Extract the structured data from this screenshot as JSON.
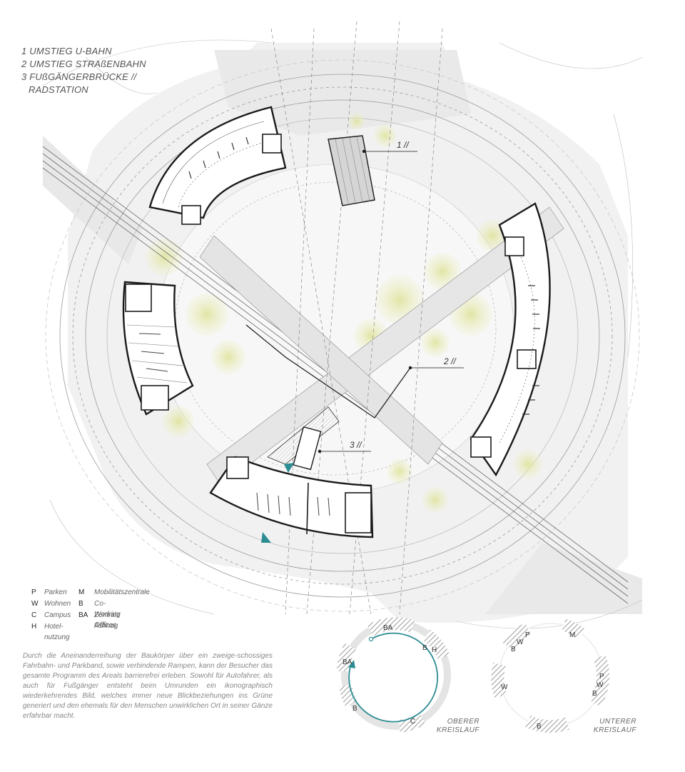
{
  "title_list": [
    "1  UMSTIEG U-BAHN",
    "2 UMSTIEG STRAßENBAHN",
    "3 FUßGÄNGERBRÜCKE //",
    "  RADSTATION"
  ],
  "callouts": {
    "c1": "1 //",
    "c2": "2 //",
    "c3": "3 //"
  },
  "key": {
    "p_letter": "P",
    "p_text": "Parken",
    "m_letter": "M",
    "m_text": "Mobilitätszentrale",
    "w_letter": "W",
    "w_text": "Wohnen",
    "b_letter": "B",
    "b_text": "Co-Working Offices",
    "c_letter": "C",
    "c_text": "Campus",
    "ba_letter": "BA",
    "ba_text": "Zentrale Asfinag",
    "h_letter": "H",
    "h_text_1": "Hotel-",
    "h_text_2": "nutzung"
  },
  "description": "Durch die Aneinanderreihung der Baukörper über ein zweige-schossiges Fahrbahn- und Parkband, sowie verbindende Rampen, kann der Besucher das gesamte Programm des Areals barrierefrei erleben. Sowohl für Autofahrer, als auch für Fußgänger entsteht beim Umrunden ein ikonographisch wiederkehrendes Bild, welches immer neue Blickbeziehungen ins Grüne generiert und den ehemals für den Menschen unwirklichen Ort in seiner Gänze erfahrbar macht.",
  "upper_ring": {
    "label_1": "OBERER",
    "label_2": "KREISLAUF",
    "seg_ba_top": "BA",
    "seg_ba_left": "BA",
    "seg_bh_b": "B",
    "seg_bh_h": "H",
    "seg_b": "B",
    "seg_c": "C"
  },
  "lower_ring": {
    "label_1": "UNTERER",
    "label_2": "KREISLAUF",
    "seg_bwp_b": "B",
    "seg_bwp_w": "W",
    "seg_bwp_p": "P",
    "seg_m": "M",
    "seg_w": "W",
    "seg_pwb_p": "P",
    "seg_pwb_w": "W",
    "seg_pwb_b": "B",
    "seg_b": "B"
  },
  "colors": {
    "accent_teal": "#2c8c94",
    "tree_yellow": "#e3e6a2",
    "hatch": "#9a9a9a",
    "wall": "#1a1a1a"
  }
}
